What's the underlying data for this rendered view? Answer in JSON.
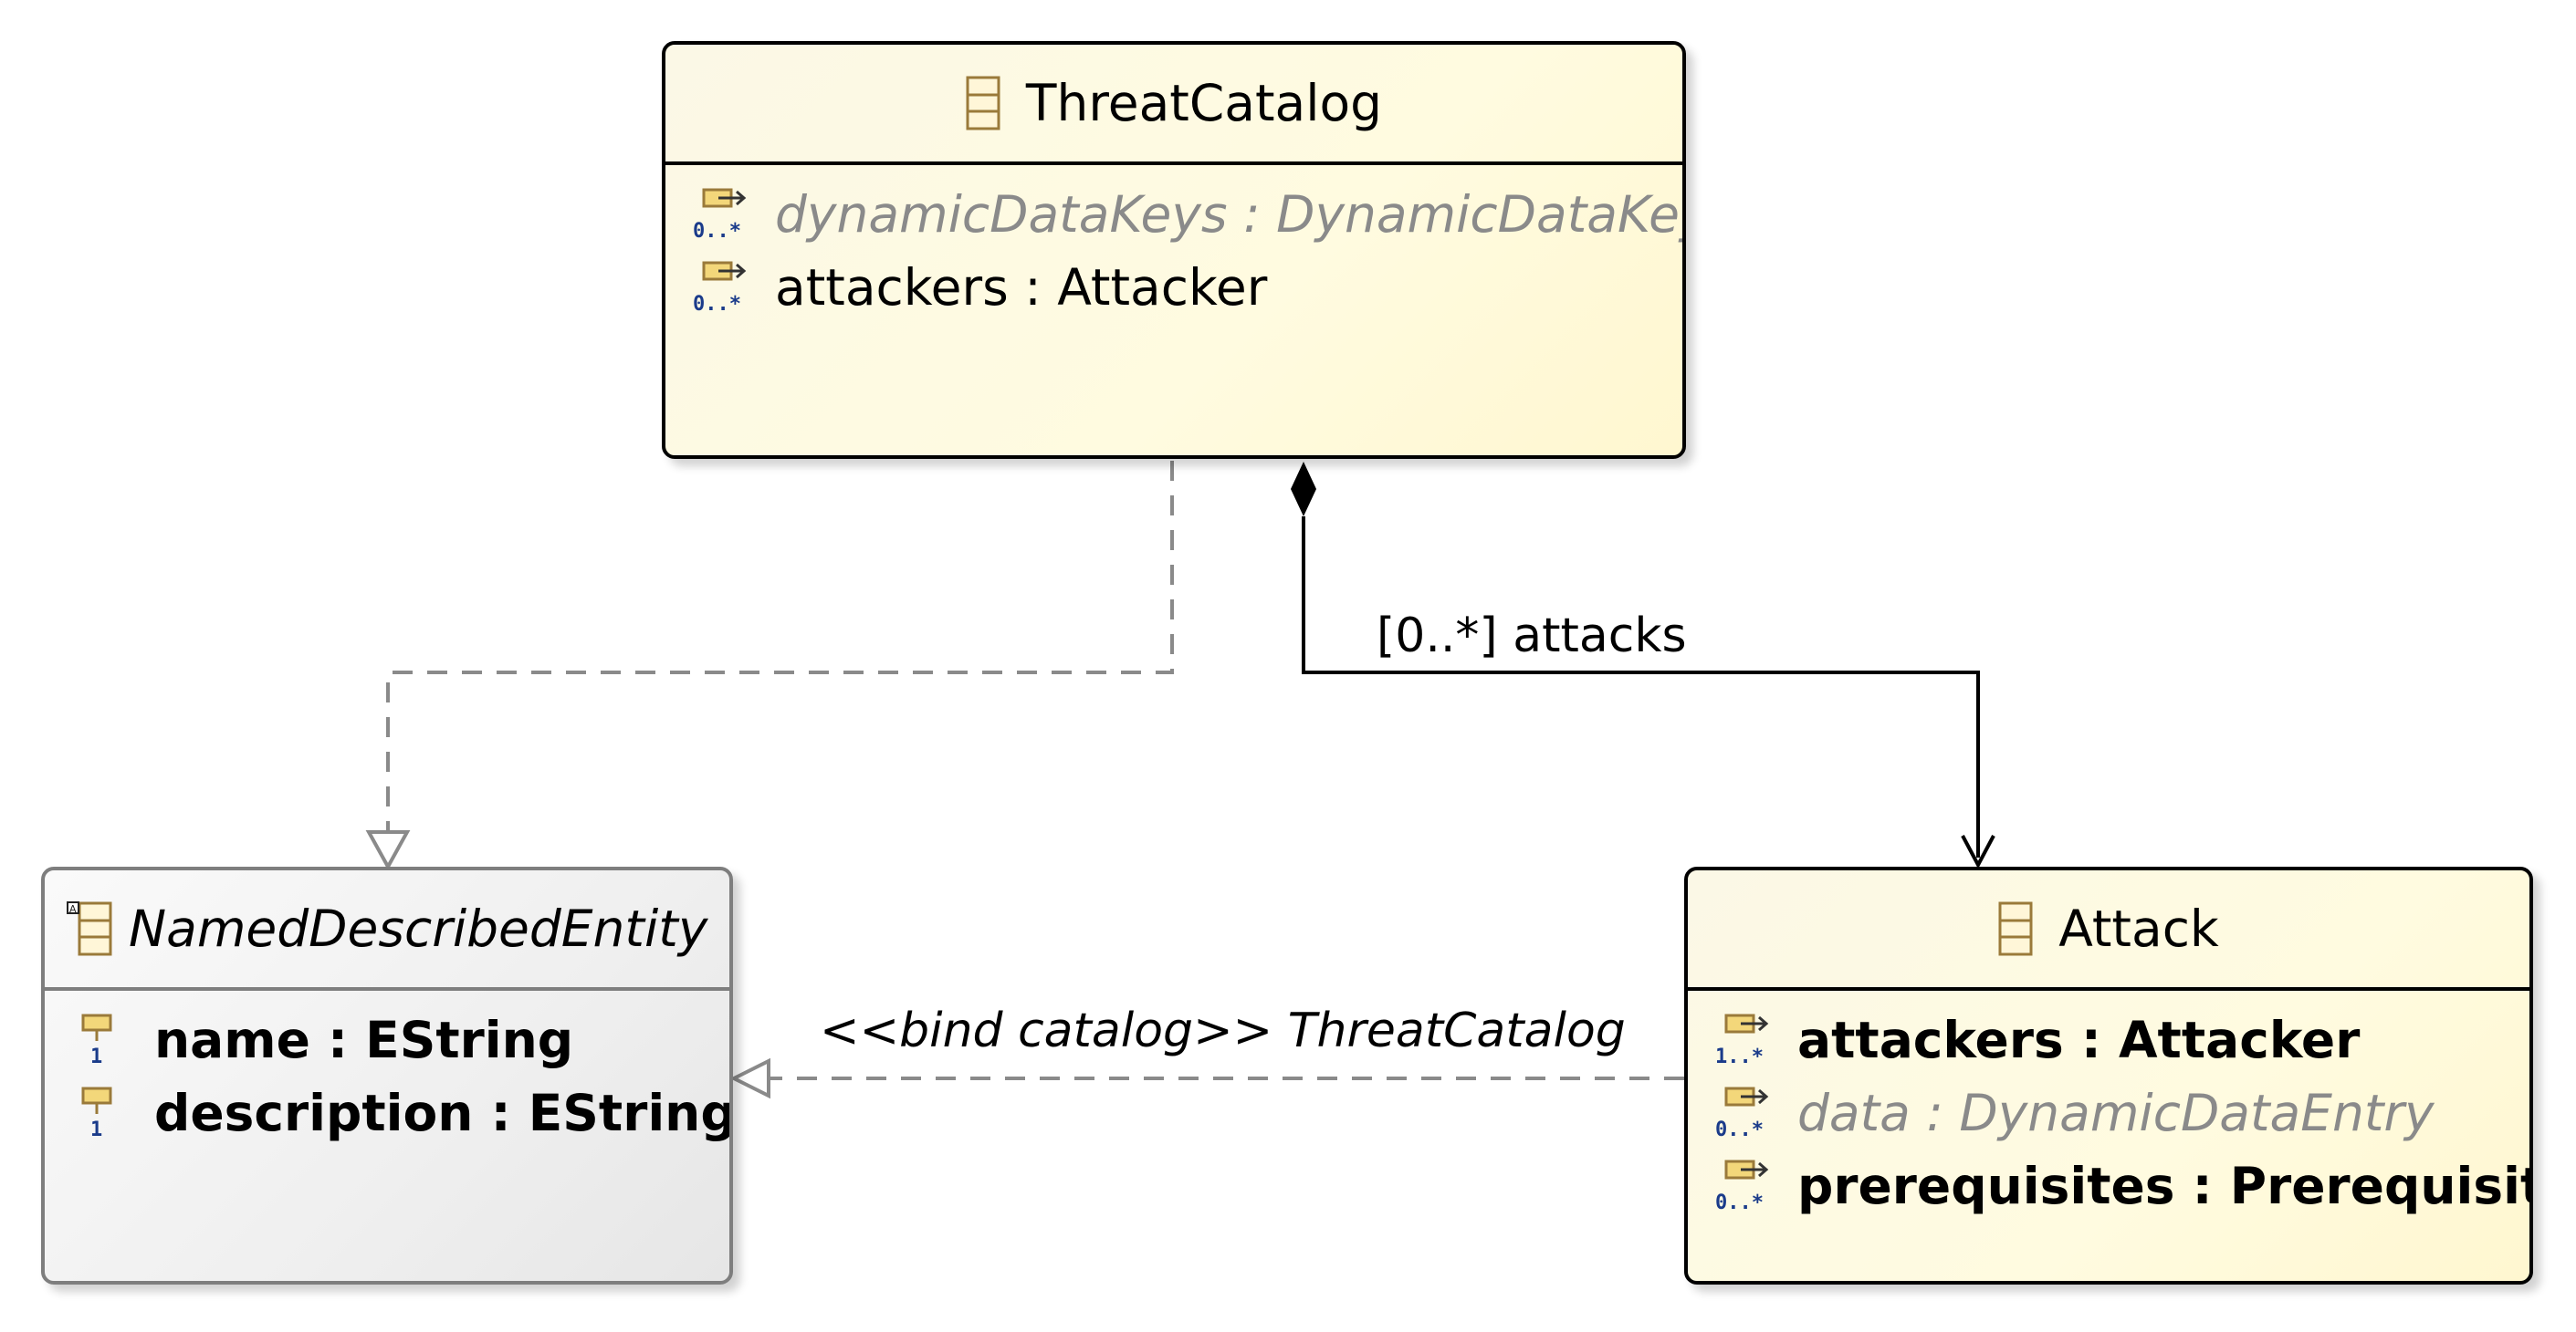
{
  "classes": {
    "threat_catalog": {
      "name": "ThreatCatalog",
      "attributes": [
        {
          "text": "dynamicDataKeys : DynamicDataKey",
          "multiplicity_icon": "0..*"
        },
        {
          "text": "attackers : Attacker",
          "multiplicity_icon": "0..*"
        }
      ]
    },
    "named_described_entity": {
      "name": "NamedDescribedEntity",
      "attributes": [
        {
          "text": "name : EString",
          "multiplicity_icon": "1"
        },
        {
          "text": "description : EString",
          "multiplicity_icon": "1"
        }
      ]
    },
    "attack": {
      "name": "Attack",
      "attributes": [
        {
          "text": "attackers : Attacker",
          "multiplicity_icon": "1..*"
        },
        {
          "text": "data : DynamicDataEntry",
          "multiplicity_icon": "0..*"
        },
        {
          "text": "prerequisites : Prerequisite",
          "multiplicity_icon": "0..*"
        }
      ]
    }
  },
  "edges": {
    "composition_label": "[0..*] attacks",
    "bind_label": "<<bind catalog>> ThreatCatalog"
  },
  "colors": {
    "class_fill": "#fffbe0",
    "abstract_fill": "#efefef",
    "dashed_edge": "#8a8a8a",
    "icon_gold": "#b58b2a",
    "icon_blue": "#1a3b8a"
  },
  "icons": {
    "eclass": "eclass-icon",
    "reference": "reference-icon",
    "attribute": "attribute-icon"
  }
}
